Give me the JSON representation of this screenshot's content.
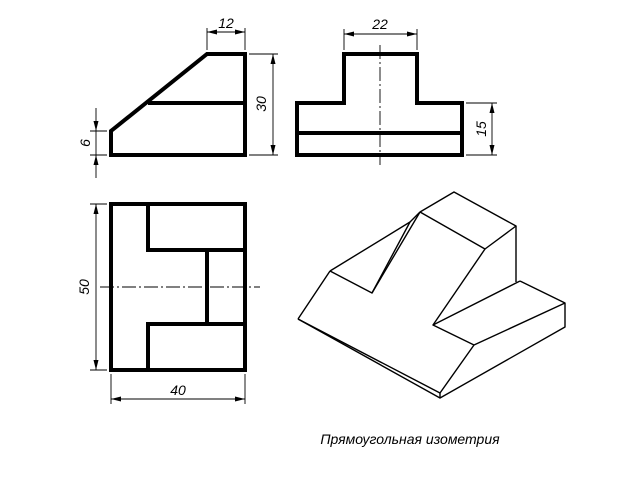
{
  "dimensions": {
    "front_top_width": "12",
    "front_height": "30",
    "front_step": "6",
    "side_width": "22",
    "side_height": "15",
    "plan_depth": "50",
    "plan_width": "40"
  },
  "caption": "Прямоугольная изометрия"
}
